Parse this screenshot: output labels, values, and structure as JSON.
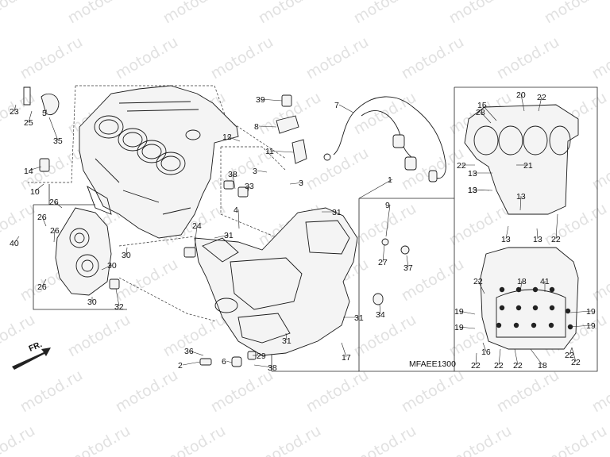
{
  "diagram": {
    "code": "MFAEE1300",
    "front_marker": "FR.",
    "watermark": "motod.ru"
  },
  "callouts": [
    "1",
    "2",
    "3",
    "3",
    "4",
    "5",
    "6",
    "7",
    "8",
    "9",
    "10",
    "11",
    "12",
    "13",
    "13",
    "13",
    "13",
    "13",
    "13",
    "14",
    "15",
    "16",
    "17",
    "18",
    "18",
    "19",
    "19",
    "19",
    "19",
    "20",
    "21",
    "22",
    "22",
    "22",
    "22",
    "22",
    "22",
    "22",
    "22",
    "22",
    "23",
    "24",
    "25",
    "26",
    "26",
    "26",
    "26",
    "27",
    "28",
    "29",
    "30",
    "30",
    "30",
    "31",
    "31",
    "31",
    "31",
    "32",
    "33",
    "34",
    "35",
    "36",
    "37",
    "38",
    "38",
    "39",
    "40",
    "41"
  ]
}
